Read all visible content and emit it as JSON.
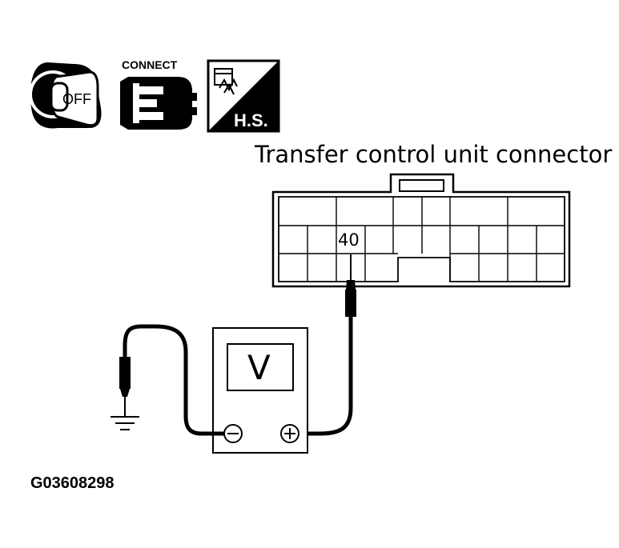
{
  "icons": {
    "ignition": {
      "name": "ignition-key-icon",
      "label": "OFF"
    },
    "connector": {
      "name": "connector-icon",
      "label": "CONNECT"
    },
    "harness_side": {
      "name": "harness-side-icon",
      "label": "H.S."
    }
  },
  "connector": {
    "title": "Transfer control unit connector",
    "pin_label": "40"
  },
  "meter": {
    "display": "V",
    "minus_symbol": "⊖",
    "plus_symbol": "⊕"
  },
  "figure_code": "G03608298",
  "colors": {
    "ink": "#000000",
    "paper": "#ffffff"
  }
}
